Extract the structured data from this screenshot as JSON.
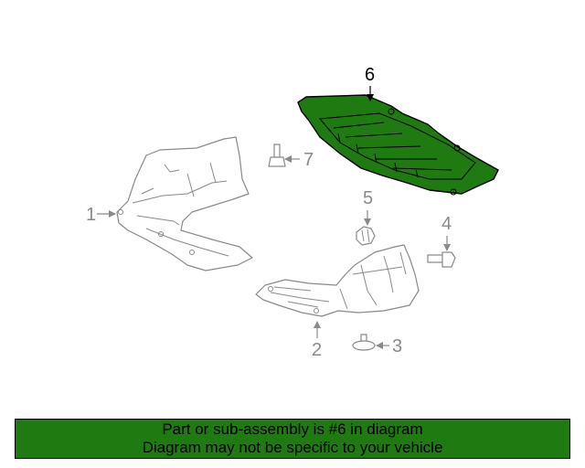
{
  "diagram": {
    "callouts": {
      "c1": "1",
      "c2": "2",
      "c3": "3",
      "c4": "4",
      "c5": "5",
      "c6": "6",
      "c7": "7"
    },
    "highlight_color": "#1f7a12",
    "line_color": "#8a8a8a"
  },
  "banner": {
    "line1": "Part or sub-assembly is #6 in diagram",
    "line2": "Diagram may not be specific to your vehicle",
    "background": "#1f7a12"
  }
}
